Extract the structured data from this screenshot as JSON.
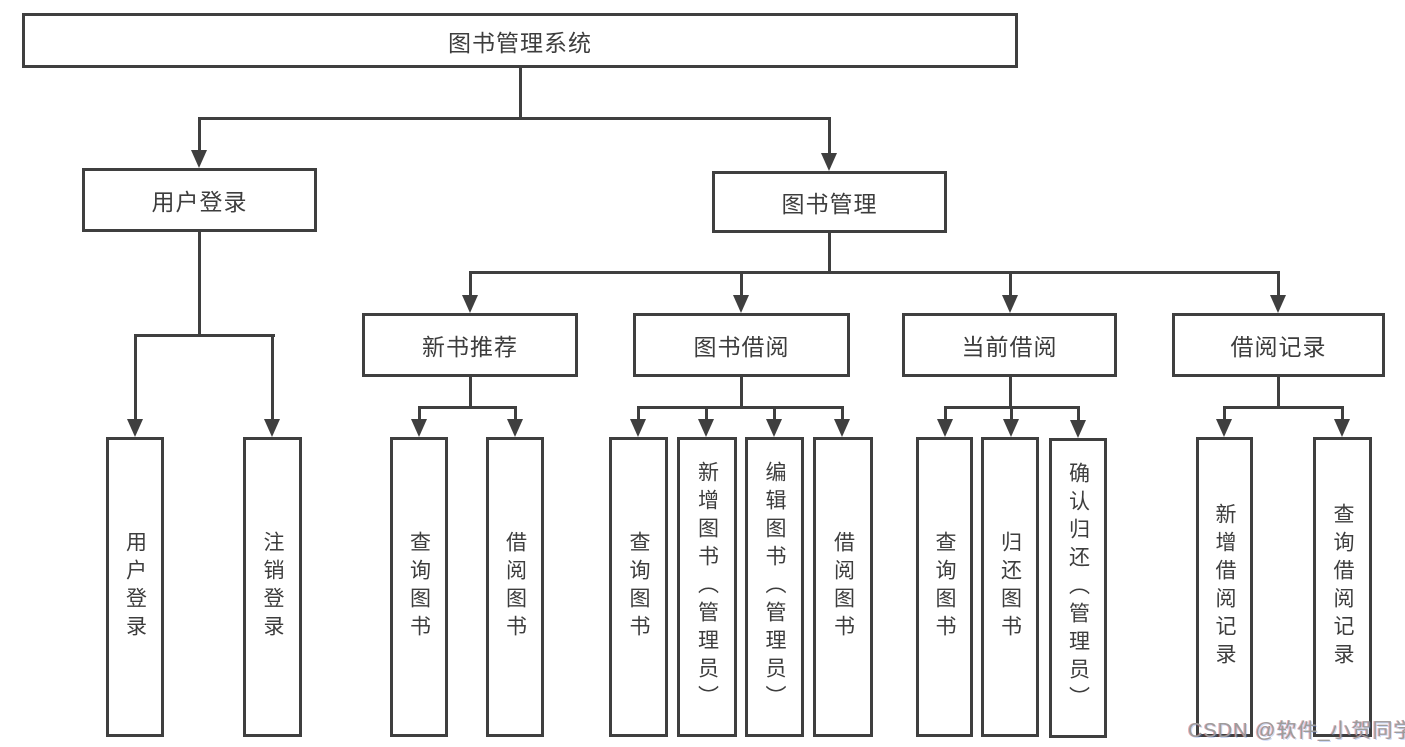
{
  "colors": {
    "background": "#ffffff",
    "line": "#3f3f3f",
    "box_border": "#3f3f3f",
    "text": "#3d3d3d",
    "watermark": "#9c9c9c"
  },
  "watermark": {
    "text": "CSDN @软件_小贺同学"
  },
  "tree": {
    "label": "图书管理系统",
    "children": [
      {
        "label": "用户登录",
        "children": [
          {
            "label": "用户登录"
          },
          {
            "label": "注销登录"
          }
        ]
      },
      {
        "label": "图书管理",
        "children": [
          {
            "label": "新书推荐",
            "children": [
              {
                "label": "查询图书"
              },
              {
                "label": "借阅图书"
              }
            ]
          },
          {
            "label": "图书借阅",
            "children": [
              {
                "label": "查询图书"
              },
              {
                "label": "新增图书（管理员）"
              },
              {
                "label": "编辑图书（管理员）"
              },
              {
                "label": "借阅图书"
              }
            ]
          },
          {
            "label": "当前借阅",
            "children": [
              {
                "label": "查询图书"
              },
              {
                "label": "归还图书"
              },
              {
                "label": "确认归还（管理员）"
              }
            ]
          },
          {
            "label": "借阅记录",
            "children": [
              {
                "label": "新增借阅记录"
              },
              {
                "label": "查询借阅记录"
              }
            ]
          }
        ]
      }
    ]
  }
}
